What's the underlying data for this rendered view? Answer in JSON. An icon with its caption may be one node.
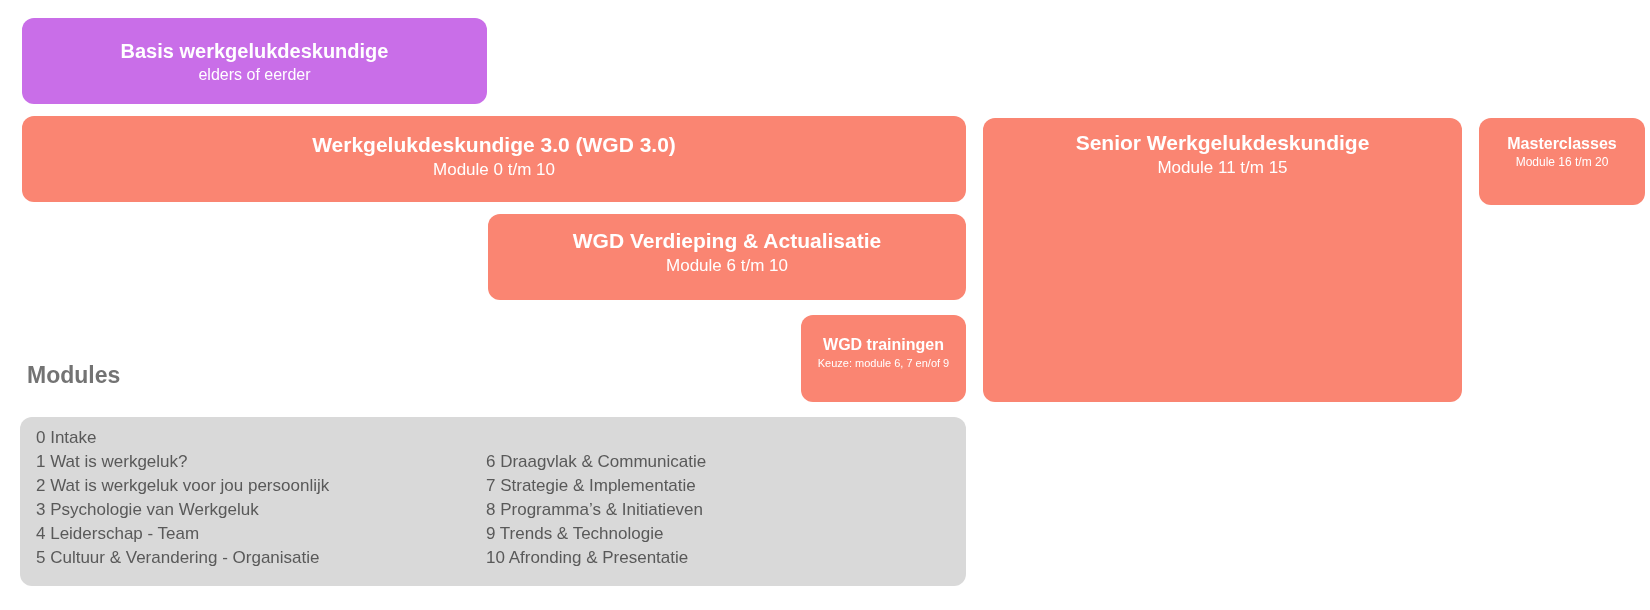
{
  "diagram": {
    "nodes": [
      {
        "text": [
          "Basis werkgelukdeskundige",
          "elders of eerder"
        ]
      },
      {
        "text": [
          "Werkgelukdeskundige 3.0 (WGD 3.0)",
          "Module 0 t/m 10"
        ]
      },
      {
        "text": [
          "Senior Werkgelukdeskundige",
          "Module 11 t/m 15"
        ]
      },
      {
        "text": [
          "Masterclasses",
          "Module 16 t/m 20"
        ]
      },
      {
        "text": [
          "WGD Verdieping & Actualisatie",
          "Module 6 t/m 10"
        ]
      },
      {
        "text": [
          "WGD trainingen",
          "Keuze: module 6, 7 en/of 9"
        ]
      },
      {
        "text": [
          "Modules",
          "0 Intake",
          "1 Wat is werkgeluk?",
          "2 Wat is werkgeluk voor jou persoonlijk",
          "3 Psychologie van Werkgeluk",
          "4 Leiderschap - Team",
          "5 Cultuur & Verandering - Organisatie",
          "6 Draagvlak & Communicatie",
          "7 Strategie & Implementatie",
          "8 Programma’s & Initiatieven",
          "9 Trends & Technologie",
          "10 Afronding & Presentatie"
        ]
      }
    ],
    "edges": []
  }
}
